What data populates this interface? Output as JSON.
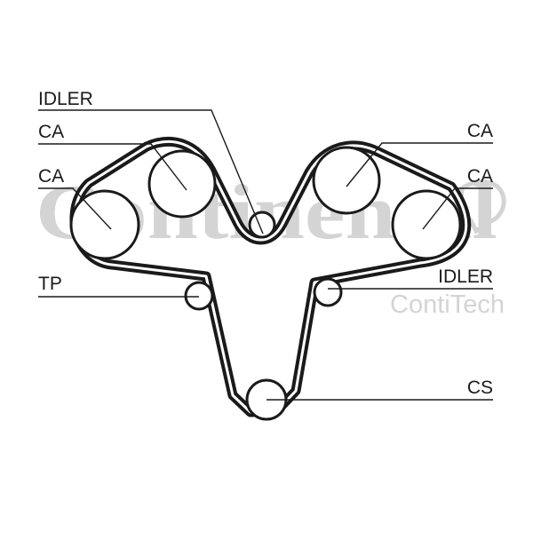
{
  "watermark": {
    "brand": "Continental",
    "division": "ContiTech",
    "color": "#d4d4d4"
  },
  "labels": {
    "idler_top": "IDLER",
    "ca_left_upper": "CA",
    "ca_left_lower": "CA",
    "tp": "TP",
    "ca_right_upper": "CA",
    "ca_right_lower": "CA",
    "idler_right": "IDLER",
    "cs": "CS"
  },
  "colors": {
    "belt": "#1a1a1a",
    "background": "#ffffff"
  }
}
